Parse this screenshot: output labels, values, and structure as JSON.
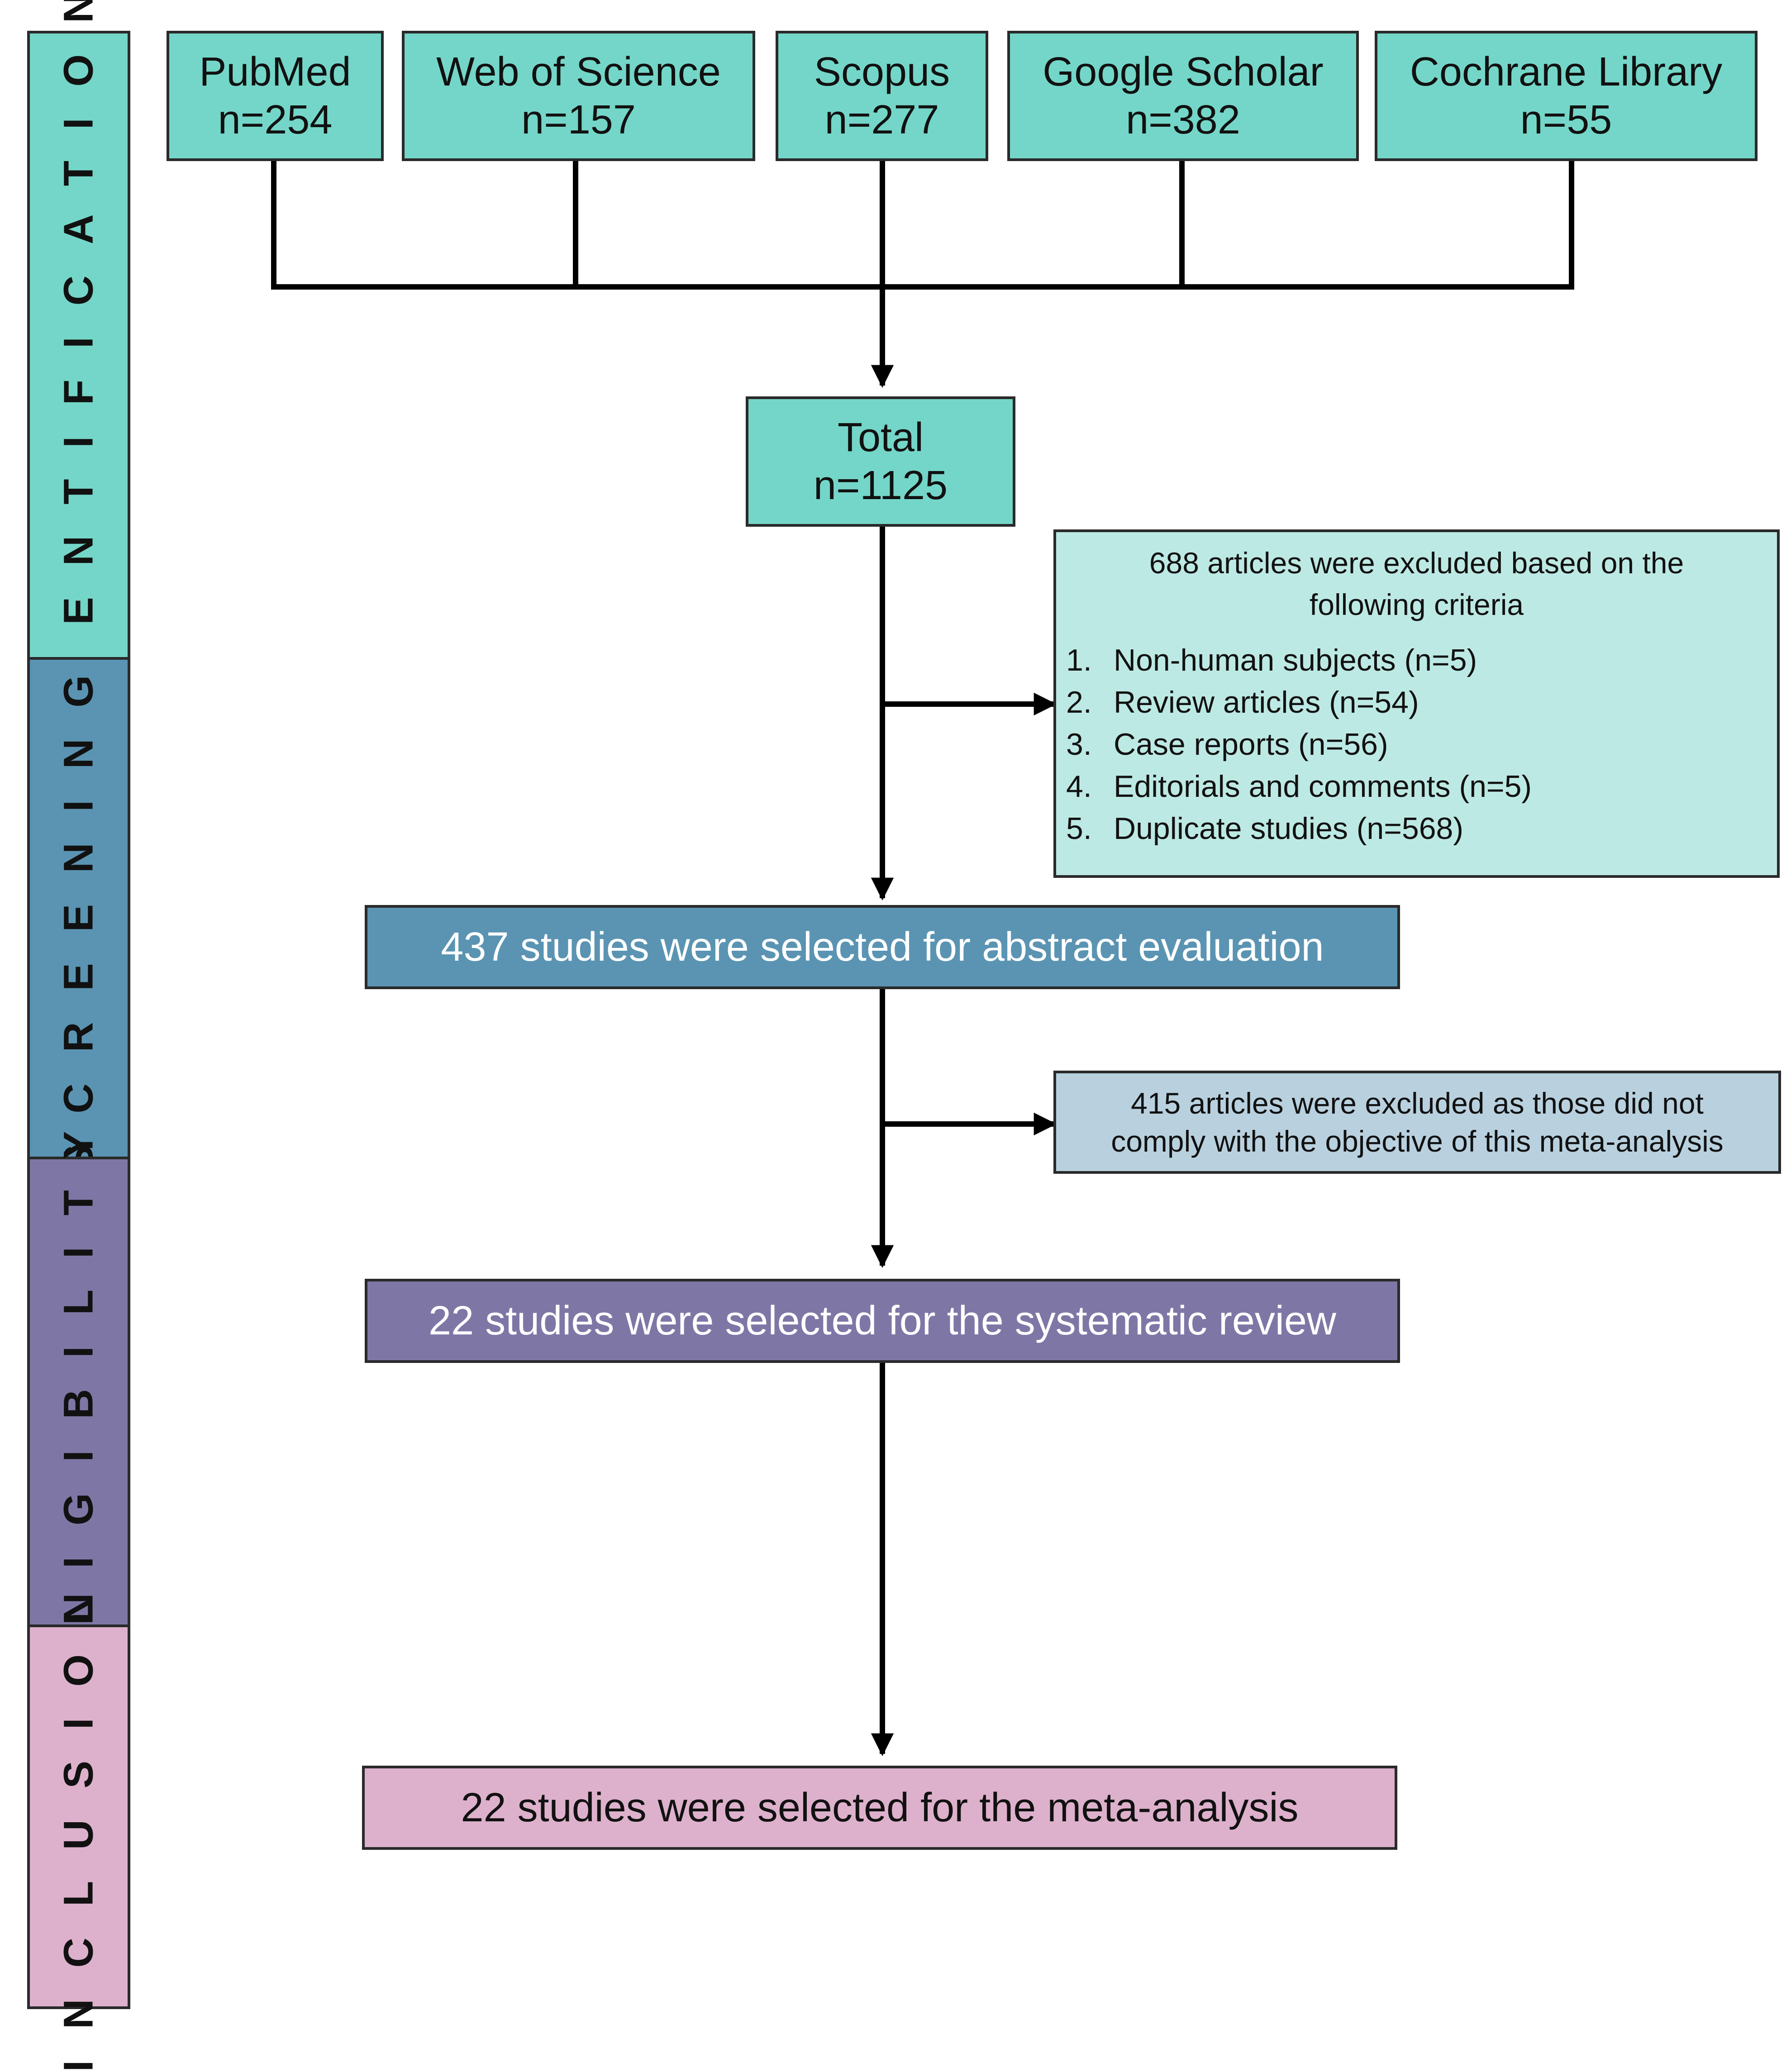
{
  "phases": {
    "identification": {
      "label": "IDENTIFICATION",
      "color": "#74d6c8"
    },
    "screening": {
      "label": "SCREENING",
      "color": "#5a94b2"
    },
    "eligibility": {
      "label": "ELIGIBILITY",
      "color": "#7e77a6"
    },
    "inclusion": {
      "label": "INCLUSION",
      "color": "#ddb1cb"
    }
  },
  "sources": [
    {
      "name": "PubMed",
      "count": "n=254"
    },
    {
      "name": "Web of Science",
      "count": "n=157"
    },
    {
      "name": "Scopus",
      "count": "n=277"
    },
    {
      "name": "Google Scholar",
      "count": "n=382"
    },
    {
      "name": "Cochrane Library",
      "count": "n=55"
    }
  ],
  "total": {
    "label": "Total",
    "count": "n=1125"
  },
  "exclusion_1": {
    "heading_line1": "688 articles were excluded based on the",
    "heading_line2": "following criteria",
    "criteria": [
      {
        "num": "1.",
        "text": "Non-human subjects (n=5)"
      },
      {
        "num": "2.",
        "text": "Review articles (n=54)"
      },
      {
        "num": "3.",
        "text": "Case reports (n=56)"
      },
      {
        "num": "4.",
        "text": "Editorials and comments (n=5)"
      },
      {
        "num": "5.",
        "text": "Duplicate studies (n=568)"
      }
    ]
  },
  "abstract_eval": {
    "text": "437 studies were selected for abstract evaluation",
    "color": "#5a94b2"
  },
  "exclusion_2": {
    "line1": "415 articles were excluded as those did not",
    "line2": "comply with the objective of this meta-analysis"
  },
  "systematic_review": {
    "text": "22 studies were selected for the systematic review",
    "color": "#7e77a6"
  },
  "meta_analysis": {
    "text": "22 studies were selected for the meta-analysis",
    "color": "#ddb1cb"
  }
}
